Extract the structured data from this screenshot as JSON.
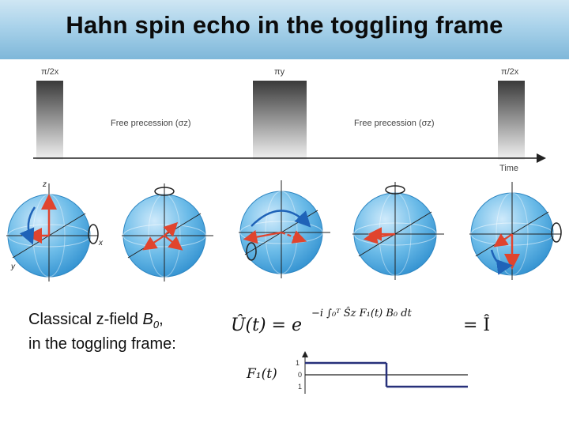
{
  "title": "Hahn spin echo in the toggling frame",
  "sequence": {
    "pulse_labels": [
      "π/2x",
      "πy",
      "π/2x"
    ],
    "precession_label": "Free precession (σz)",
    "time_label": "Time"
  },
  "bloch_axes": {
    "z": "z",
    "x": "x",
    "y": "y"
  },
  "caption": {
    "line1_prefix": "Classical z-field ",
    "line1_symbol": "B",
    "line1_sub": "0",
    "line1_suffix": ",",
    "line2": "in the toggling frame:"
  },
  "equation": {
    "lhs": "Û(t) = e",
    "exponent": "−i ∫₀ᵀ Ŝz F₁(t) B₀ dt",
    "rhs": "= Î"
  },
  "toggle_plot": {
    "function_label": "F₁(t)",
    "ticks": [
      "1",
      "0",
      "1"
    ],
    "segments": [
      {
        "t_start": 0,
        "t_end": 0.5,
        "value": 1
      },
      {
        "t_start": 0.5,
        "t_end": 1,
        "value": -1
      }
    ]
  },
  "colors": {
    "sphere": "#5fb3e3",
    "arrow_red": "#e0442e",
    "arrow_blue": "#1f63b8",
    "toggle_line": "#27307a"
  }
}
